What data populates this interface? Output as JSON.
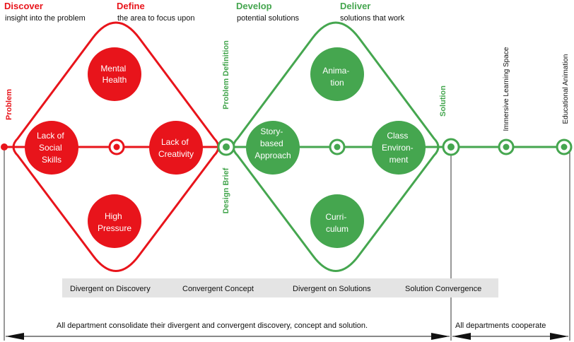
{
  "colors": {
    "red": "#e8141b",
    "green": "#45a64f",
    "strip": "#e4e4e4",
    "text": "#111111"
  },
  "phases": [
    {
      "title": "Discover",
      "subtitle": "insight into the problem",
      "color": "red"
    },
    {
      "title": "Define",
      "subtitle": "the area to focus upon",
      "color": "red"
    },
    {
      "title": "Develop",
      "subtitle": "potential solutions",
      "color": "green"
    },
    {
      "title": "Deliver",
      "subtitle": "solutions that work",
      "color": "green"
    }
  ],
  "red_diamond_nodes": [
    {
      "lines": [
        "Mental",
        "Health"
      ]
    },
    {
      "lines": [
        "Lack of",
        "Social",
        "Skills"
      ]
    },
    {
      "lines": [
        "Lack of",
        "Creativity"
      ]
    },
    {
      "lines": [
        "High",
        "Pressure"
      ]
    }
  ],
  "green_diamond_nodes": [
    {
      "lines": [
        "Anima-",
        "tion"
      ]
    },
    {
      "lines": [
        "Story-",
        "based",
        "Approach"
      ]
    },
    {
      "lines": [
        "Class",
        "Environ-",
        "ment"
      ]
    },
    {
      "lines": [
        "Curri-",
        "culum"
      ]
    }
  ],
  "vertical_labels": {
    "problem": "Problem",
    "problem_definition": "Problem Definition",
    "design_brief": "Design Brief",
    "solution": "Solution",
    "immersive": "Immersive Learning Space",
    "educational": "Educational Animation"
  },
  "strip_labels": [
    "Divergent on Discovery",
    "Convergent Concept",
    "Divergent on Solutions",
    "Solution Convergence"
  ],
  "bottom": {
    "left_text": "All department consolidate their divergent and convergent discovery, concept and solution.",
    "right_text": "All departments cooperate"
  }
}
